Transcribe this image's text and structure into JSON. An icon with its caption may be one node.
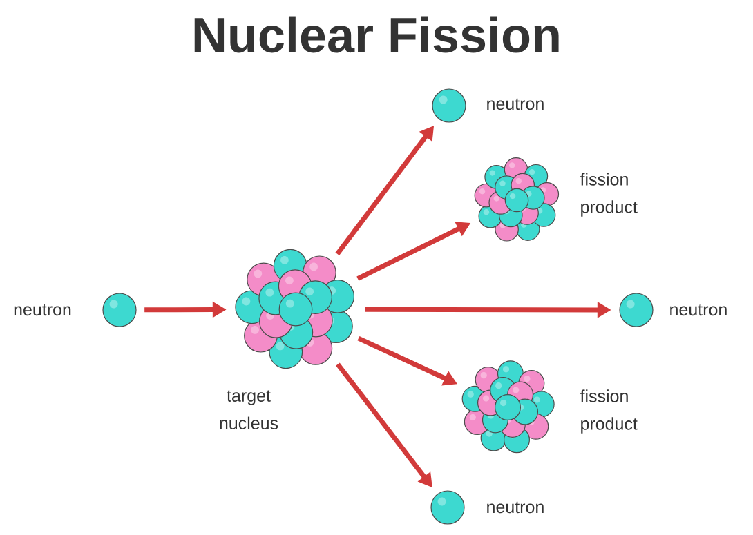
{
  "diagram": {
    "title": "Nuclear Fission",
    "nodes": [
      {
        "text": [],
        "shape": "circle",
        "beside": [
          "neutron"
        ]
      },
      {
        "text": [],
        "shape": "picture",
        "beside": [
          "target nucleus"
        ]
      },
      {
        "text": [],
        "shape": "circle",
        "beside": [
          "neutron"
        ]
      },
      {
        "text": [],
        "shape": "picture",
        "beside": [
          "fission product"
        ]
      },
      {
        "text": [],
        "shape": "circle",
        "beside": [
          "neutron"
        ]
      },
      {
        "text": [],
        "shape": "picture",
        "beside": [
          "fission product"
        ]
      },
      {
        "text": [],
        "shape": "circle",
        "beside": [
          "neutron"
        ]
      }
    ],
    "edges": [
      {
        "from": 0,
        "to": 1,
        "arrow": "to"
      },
      {
        "from": 1,
        "to": 2,
        "arrow": "to"
      },
      {
        "from": 1,
        "to": 3,
        "arrow": "to"
      },
      {
        "from": 1,
        "to": 4,
        "arrow": "to"
      },
      {
        "from": 1,
        "to": 5,
        "arrow": "to"
      },
      {
        "from": 1,
        "to": 6,
        "arrow": "to"
      }
    ]
  }
}
